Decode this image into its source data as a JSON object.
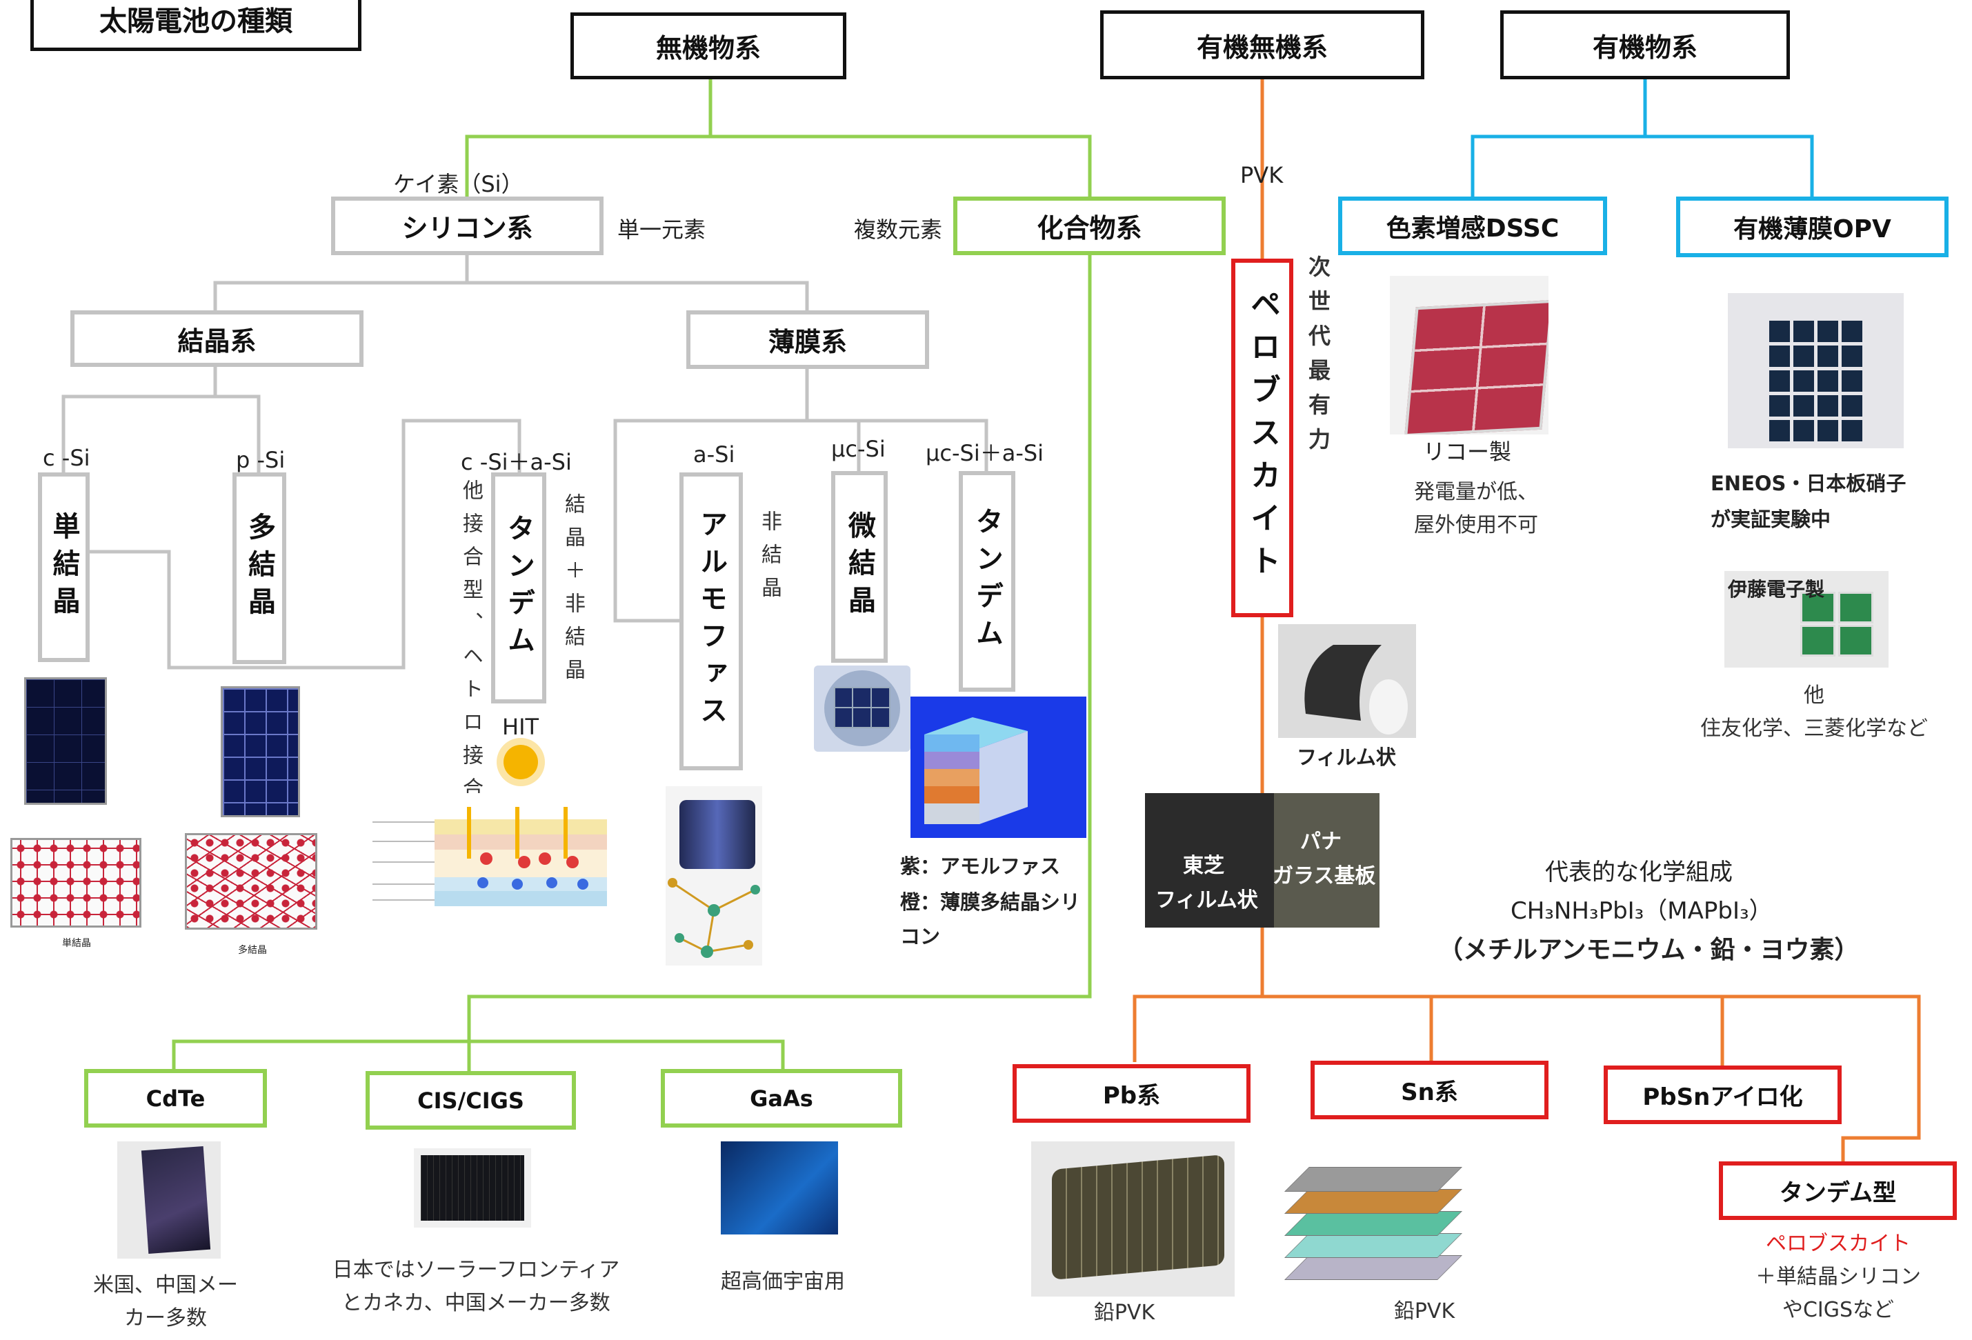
{
  "title": "太陽電池の種類",
  "top_categories": {
    "inorganic": "無機物系",
    "hybrid": "有機無機系",
    "organic": "有機物系"
  },
  "inorganic": {
    "si_note": "ケイ素（Si）",
    "silicon": "シリコン系",
    "single_element": "単一元素",
    "multi_element": "複数元素",
    "compound": "化合物系",
    "crystal": "結晶系",
    "thin_film": "薄膜系",
    "branches": {
      "csi": {
        "label": "c -Si",
        "box": "単結晶"
      },
      "psi": {
        "label": "p -Si",
        "box": "多結晶"
      },
      "hit": {
        "label": "c -Si＋a-Si",
        "box": "タンデム",
        "left_note": "他接合型、ヘトロ接合",
        "right_note": "結晶＋非結晶",
        "name": "HIT"
      },
      "asi": {
        "label": "a-Si",
        "box": "アルモファス",
        "note": "非結晶"
      },
      "ucsi": {
        "label": "µc-Si",
        "box": "微結晶"
      },
      "tandem": {
        "label": "µc-Si＋a-Si",
        "box": "タンデム"
      }
    },
    "lattice_single": "単結晶",
    "lattice_multi": "多結晶",
    "thin_film_note": [
      "紫：アモルファス",
      "橙：薄膜多結晶シリ",
      "コン"
    ],
    "compounds": [
      {
        "name": "CdTe",
        "caption": [
          "米国、中国メー",
          "カー多数"
        ]
      },
      {
        "name": "CIS/CIGS",
        "caption": [
          "日本ではソーラーフロンティア",
          "とカネカ、中国メーカー多数"
        ]
      },
      {
        "name": "GaAs",
        "caption": [
          "超高価宇宙用"
        ]
      }
    ]
  },
  "hybrid": {
    "pvk_label": "PVK",
    "perovskite": "ペロブスカイト",
    "next_gen": "次世代最有力",
    "film_label": "フィルム状",
    "toshiba": [
      "東芝",
      "フィルム状"
    ],
    "pana": [
      "パナ",
      "ガラス基板"
    ],
    "formula_title": "代表的な化学組成",
    "formula": "CH₃NH₃PbI₃（MAPbI₃）",
    "formula_name": "（メチルアンモニウム・鉛・ヨウ素）",
    "types": [
      {
        "name": "Pb系",
        "caption": "鉛PVK"
      },
      {
        "name": "Sn系",
        "caption": "鉛PVK"
      },
      {
        "name": "PbSnアイロ化",
        "caption": ""
      }
    ],
    "tandem": {
      "name": "タンデム型",
      "line1": "ペロブスカイト",
      "line2": "＋単結晶シリコン",
      "line3": "やCIGSなど"
    }
  },
  "organic": {
    "dssc": "色素増感DSSC",
    "opv": "有機薄膜OPV",
    "ricoh_maker": "リコー製",
    "ricoh_note": [
      "発電量が低、",
      "屋外使用不可"
    ],
    "eneos_note": [
      "ENEOS・日本板硝子",
      "が実証実験中"
    ],
    "ito_maker": "伊藤電子製",
    "others": [
      "他",
      "住友化学、三菱化学など"
    ]
  },
  "colors": {
    "inorganic": "#92d050",
    "silicon": "#c3c3c3",
    "hybrid": "#ed7d31",
    "organic": "#19b0e6",
    "red": "#e01e1e"
  }
}
